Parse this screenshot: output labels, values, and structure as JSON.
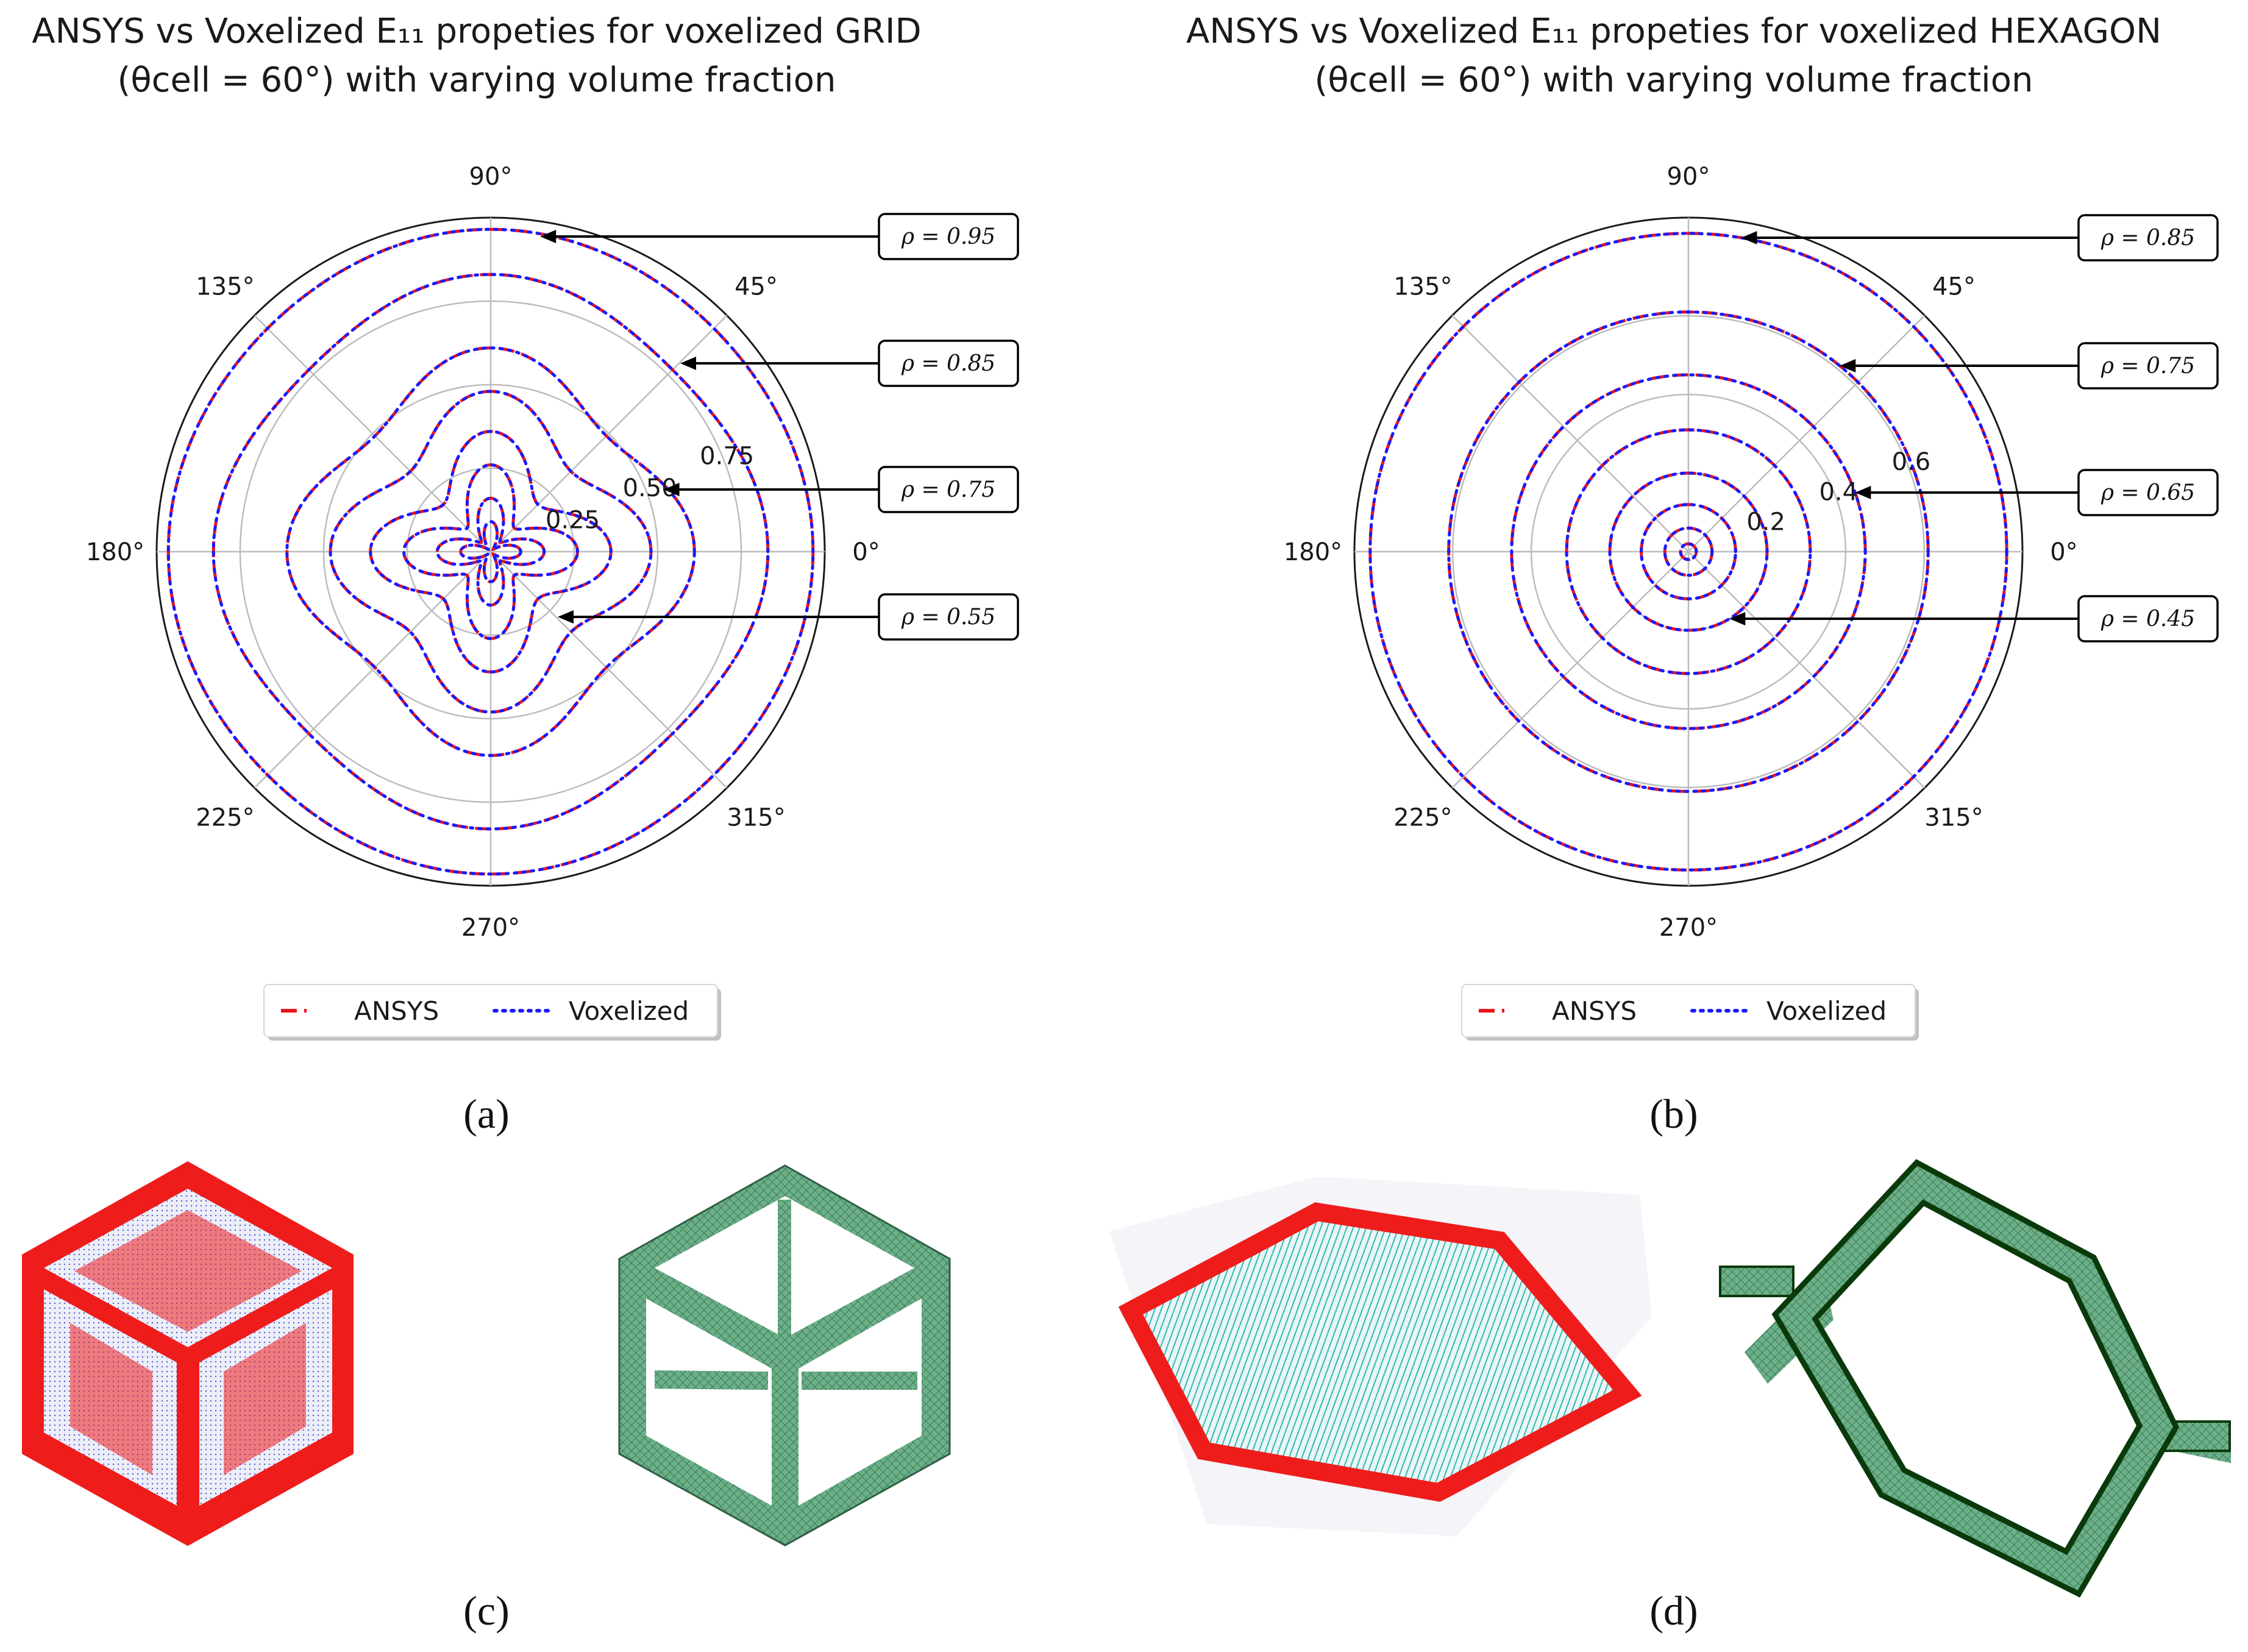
{
  "chart_data": [
    {
      "type": "polar-line",
      "title_line1": "ANSYS vs Voxelized E₁₁ propeties for voxelized GRID",
      "title_line2": "(θcell = 60°) with varying volume fraction",
      "angle_ticks": [
        "0°",
        "45°",
        "90°",
        "135°",
        "180°",
        "225°",
        "270°",
        "315°"
      ],
      "radial_ticks": [
        0.25,
        0.5,
        0.75
      ],
      "radial_tick_labels": [
        "0.25",
        "0.50",
        "0.75"
      ],
      "rmax": 1.0,
      "legend_placement": "bottom-center",
      "series": [
        {
          "name": "ANSYS",
          "color": "#e8141c",
          "style": "dashed"
        },
        {
          "name": "Voxelized",
          "color": "#1a1aff",
          "style": "dotted"
        }
      ],
      "curves": [
        {
          "rho": 0.95,
          "r0": 0.955,
          "amp": 0.01
        },
        {
          "rho": 0.85,
          "r0": 0.8,
          "amp": 0.03
        },
        {
          "rho": 0.75,
          "r0": 0.55,
          "amp": 0.06
        },
        {
          "rho": 0.65,
          "r0": 0.41,
          "amp": 0.07
        },
        {
          "rho": 0.55,
          "r0": 0.28,
          "amp": 0.08
        },
        {
          "rho": 0.45,
          "r0": 0.18,
          "amp": 0.08
        },
        {
          "rho": 0.35,
          "r0": 0.1,
          "amp": 0.06
        },
        {
          "rho": 0.25,
          "r0": 0.05,
          "amp": 0.04
        }
      ],
      "annotations": [
        {
          "text": "ρ = 0.95",
          "rho": 0.95
        },
        {
          "text": "ρ = 0.85",
          "rho": 0.85
        },
        {
          "text": "ρ = 0.75",
          "rho": 0.75
        },
        {
          "text": "ρ = 0.55",
          "rho": 0.55
        }
      ],
      "caption": "(a)"
    },
    {
      "type": "polar-line",
      "title_line1": "ANSYS vs Voxelized E₁₁ propeties for voxelized HEXAGON",
      "title_line2": "(θcell = 60°) with varying volume fraction",
      "angle_ticks": [
        "0°",
        "45°",
        "90°",
        "135°",
        "180°",
        "225°",
        "270°",
        "315°"
      ],
      "radial_ticks": [
        0.2,
        0.4,
        0.6
      ],
      "radial_tick_labels": [
        "0.2",
        "0.4",
        "0.6"
      ],
      "rmax": 0.85,
      "legend_placement": "bottom-center",
      "series": [
        {
          "name": "ANSYS",
          "color": "#e8141c",
          "style": "dashed"
        },
        {
          "name": "Voxelized",
          "color": "#1a1aff",
          "style": "dotted"
        }
      ],
      "curves": [
        {
          "rho": 0.85,
          "r0": 0.81,
          "amp": 0.0
        },
        {
          "rho": 0.75,
          "r0": 0.61,
          "amp": 0.0
        },
        {
          "rho": 0.65,
          "r0": 0.45,
          "amp": 0.0
        },
        {
          "rho": 0.55,
          "r0": 0.31,
          "amp": 0.0
        },
        {
          "rho": 0.45,
          "r0": 0.2,
          "amp": 0.0
        },
        {
          "rho": 0.35,
          "r0": 0.12,
          "amp": 0.0
        },
        {
          "rho": 0.25,
          "r0": 0.06,
          "amp": 0.0
        },
        {
          "rho": 0.15,
          "r0": 0.02,
          "amp": 0.0
        }
      ],
      "annotations": [
        {
          "text": "ρ = 0.85",
          "rho": 0.85
        },
        {
          "text": "ρ = 0.75",
          "rho": 0.75
        },
        {
          "text": "ρ = 0.65",
          "rho": 0.65
        },
        {
          "text": "ρ = 0.45",
          "rho": 0.45
        }
      ],
      "caption": "(b)"
    }
  ],
  "figures": {
    "c": {
      "caption": "(c)",
      "left_color": "#ef1c1c",
      "right_color": "#5faa7a"
    },
    "d": {
      "caption": "(d)",
      "left_color": "#ef1c1c",
      "right_color": "#5faa7a"
    }
  }
}
